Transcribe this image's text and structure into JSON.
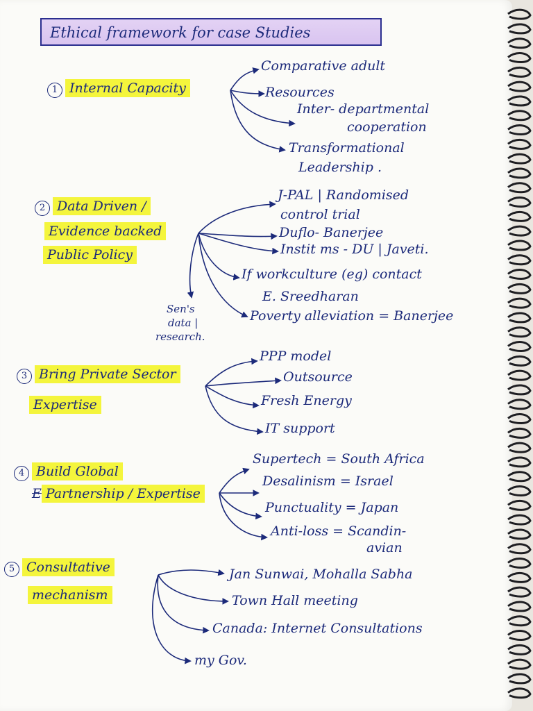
{
  "title": "Ethical framework for case Studies",
  "sections": [
    {
      "number": "1",
      "heading_lines": [
        "Internal Capacity"
      ],
      "items": [
        "Comparative adult",
        "Resources",
        "Inter- departmental",
        "cooperation",
        "Transformational",
        "Leadership ."
      ]
    },
    {
      "number": "2",
      "heading_lines": [
        "Data Driven /",
        "Evidence backed",
        "Public Policy"
      ],
      "items": [
        "J-PAL | Randomised",
        "control trial",
        "Duflo- Banerjee",
        "Instit ms - DU | Javeti.",
        "If workculture (eg) contact",
        "E. Sreedharan",
        "Poverty alleviation = Banerjee"
      ],
      "side_note_lines": [
        "Sen's",
        "data |",
        "research."
      ]
    },
    {
      "number": "3",
      "heading_lines": [
        "Bring Private Sector",
        "Expertise"
      ],
      "items": [
        "PPP model",
        "Outsource",
        "Fresh Energy",
        "IT support"
      ]
    },
    {
      "number": "4",
      "heading_lines": [
        "Build Global",
        "Partnership / Expertise"
      ],
      "heading_strike": "E",
      "items": [
        "Supertech = South Africa",
        "Desalinism = Israel",
        "Punctuality = Japan",
        "Anti-loss = Scandin-",
        "avian"
      ]
    },
    {
      "number": "5",
      "heading_lines": [
        "Consultative",
        "mechanism"
      ],
      "items": [
        "Jan Sunwai, Mohalla Sabha",
        "Town Hall meeting",
        "Canada: Internet Consultations",
        "my Gov."
      ]
    }
  ],
  "colors": {
    "ink": "#1c2a7a",
    "highlight": "#f4f53c",
    "title_fill": "#dcc8f2"
  }
}
